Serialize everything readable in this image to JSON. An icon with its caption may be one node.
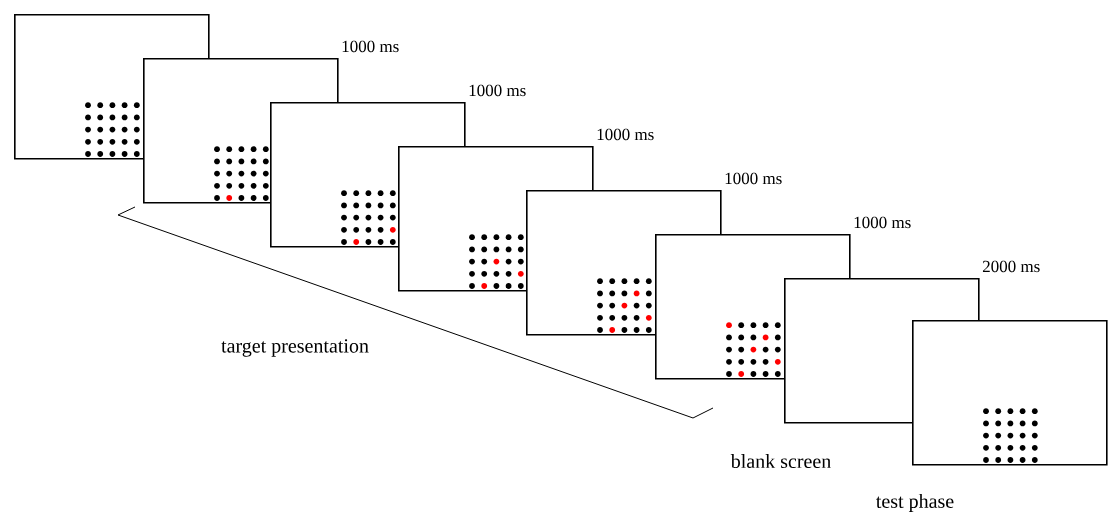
{
  "diagram": {
    "nodes": [
      {
        "text": [],
        "shape": "box"
      },
      {
        "text": [],
        "shape": "box",
        "beside": [
          "1000 ms"
        ]
      },
      {
        "text": [],
        "shape": "box",
        "beside": [
          "1000 ms"
        ]
      },
      {
        "text": [],
        "shape": "box",
        "beside": [
          "1000 ms"
        ]
      },
      {
        "text": [],
        "shape": "box",
        "beside": [
          "1000 ms"
        ]
      },
      {
        "text": [],
        "shape": "box",
        "beside": [
          "1000 ms"
        ]
      },
      {
        "text": [],
        "shape": "box",
        "beside": [
          "2000 ms"
        ]
      },
      {
        "text": [],
        "shape": "box"
      }
    ],
    "labels": [
      "target presentation",
      "blank screen",
      "test phase"
    ]
  }
}
